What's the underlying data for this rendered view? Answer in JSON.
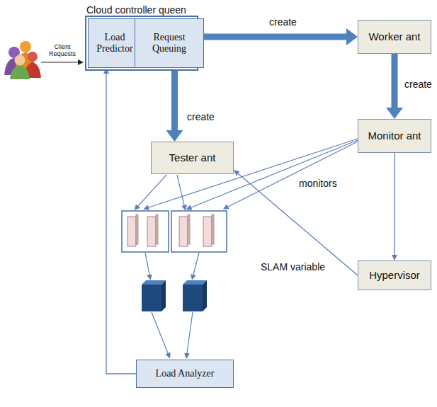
{
  "diagram": {
    "nodes": [
      {
        "text": [
          "Cloud controller queen"
        ]
      },
      {
        "text": [
          "Load Predictor"
        ],
        "in": 0
      },
      {
        "text": [
          "Request Queuing"
        ],
        "in": 0
      },
      {
        "text": [
          "Worker ant"
        ]
      },
      {
        "text": [
          "Tester ant"
        ]
      },
      {
        "text": [
          "Monitor ant"
        ]
      },
      {
        "text": [
          "Hypervisor"
        ]
      },
      {
        "text": [
          "Load Analyzer"
        ]
      }
    ],
    "edges": [
      {
        "from": 0,
        "to": 3,
        "label": "create",
        "arrow": "to"
      },
      {
        "from": 0,
        "to": 4,
        "label": "create",
        "arrow": "to"
      },
      {
        "from": 3,
        "to": 5,
        "label": "create",
        "arrow": "to"
      },
      {
        "from": 5,
        "to": 6,
        "arrow": "to"
      },
      {
        "from": 6,
        "to": 4,
        "label": "SLAM variable",
        "arrow": "to"
      },
      {
        "from": 7,
        "to": 1,
        "arrow": "to"
      }
    ],
    "labels": [
      "Client Requests",
      "monitors"
    ]
  }
}
